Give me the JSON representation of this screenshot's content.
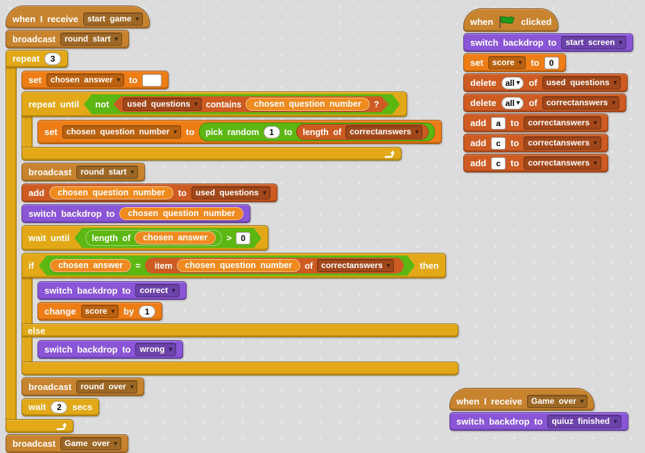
{
  "icons": {
    "dropdown_arrow": "▾"
  },
  "colors": {
    "events": "#C8832F",
    "control": "#E2A817",
    "data": "#EE7D16",
    "list": "#CD5B22",
    "looks": "#8A55D7",
    "operators": "#5CB712",
    "flag_green": "#1d9e1d",
    "workspace_bg": "#dcdcdc"
  },
  "left": {
    "hat": {
      "label": "when I receive",
      "menu": "start game"
    },
    "bc_round_start1": {
      "label": "broadcast",
      "menu": "round start"
    },
    "repeat": {
      "label": "repeat",
      "count": "3"
    },
    "set_answer": {
      "set": "set",
      "var": "chosen answer",
      "to": "to",
      "value": ""
    },
    "repeat_until": {
      "label": "repeat until",
      "not": "not",
      "list": "used questions",
      "contains": "contains",
      "reporter": "chosen question number",
      "q": "?"
    },
    "set_qnum": {
      "set": "set",
      "var": "chosen question number",
      "to": "to",
      "pick": "pick random",
      "n1": "1",
      "to2": "to",
      "len": "length of",
      "list": "correctanswers"
    },
    "bc_round_start2": {
      "label": "broadcast",
      "menu": "round start"
    },
    "add_used": {
      "add": "add",
      "reporter": "chosen question number",
      "to": "to",
      "list": "used questions"
    },
    "switch_qnum": {
      "label": "switch backdrop to",
      "reporter": "chosen question number"
    },
    "wait_until": {
      "label": "wait until",
      "len": "length of",
      "reporter": "chosen answer",
      "gt": ">",
      "value": "0"
    },
    "if_block": {
      "if": "if",
      "left": "chosen answer",
      "eq": "=",
      "item": "item",
      "reporter": "chosen question number",
      "of": "of",
      "list": "correctanswers",
      "then": "then",
      "else": "else"
    },
    "switch_correct": {
      "label": "switch backdrop to",
      "menu": "correct"
    },
    "change_score": {
      "change": "change",
      "var": "score",
      "by": "by",
      "value": "1"
    },
    "switch_wrong": {
      "label": "switch backdrop to",
      "menu": "wrong"
    },
    "bc_round_over": {
      "label": "broadcast",
      "menu": "round over"
    },
    "wait_secs": {
      "wait": "wait",
      "value": "2",
      "secs": "secs"
    },
    "bc_game_over": {
      "label": "broadcast",
      "menu": "Game over"
    }
  },
  "top_right": {
    "hat": {
      "when": "when",
      "clicked": "clicked"
    },
    "switch_start": {
      "label": "switch backdrop to",
      "menu": "start screen"
    },
    "set_score": {
      "set": "set",
      "var": "score",
      "to": "to",
      "value": "0"
    },
    "del_used": {
      "del": "delete",
      "all": "all",
      "of": "of",
      "list": "used questions"
    },
    "del_correct": {
      "del": "delete",
      "all": "all",
      "of": "of",
      "list": "correctanswers"
    },
    "add_a": {
      "add": "add",
      "value": "a",
      "to": "to",
      "list": "correctanswers"
    },
    "add_c1": {
      "add": "add",
      "value": "c",
      "to": "to",
      "list": "correctanswers"
    },
    "add_c2": {
      "add": "add",
      "value": "c",
      "to": "to",
      "list": "correctanswers"
    }
  },
  "bottom_right": {
    "hat": {
      "label": "when I receive",
      "menu": "Game over"
    },
    "switch_finished": {
      "label": "switch backdrop to",
      "menu": "quiuz finished"
    }
  }
}
